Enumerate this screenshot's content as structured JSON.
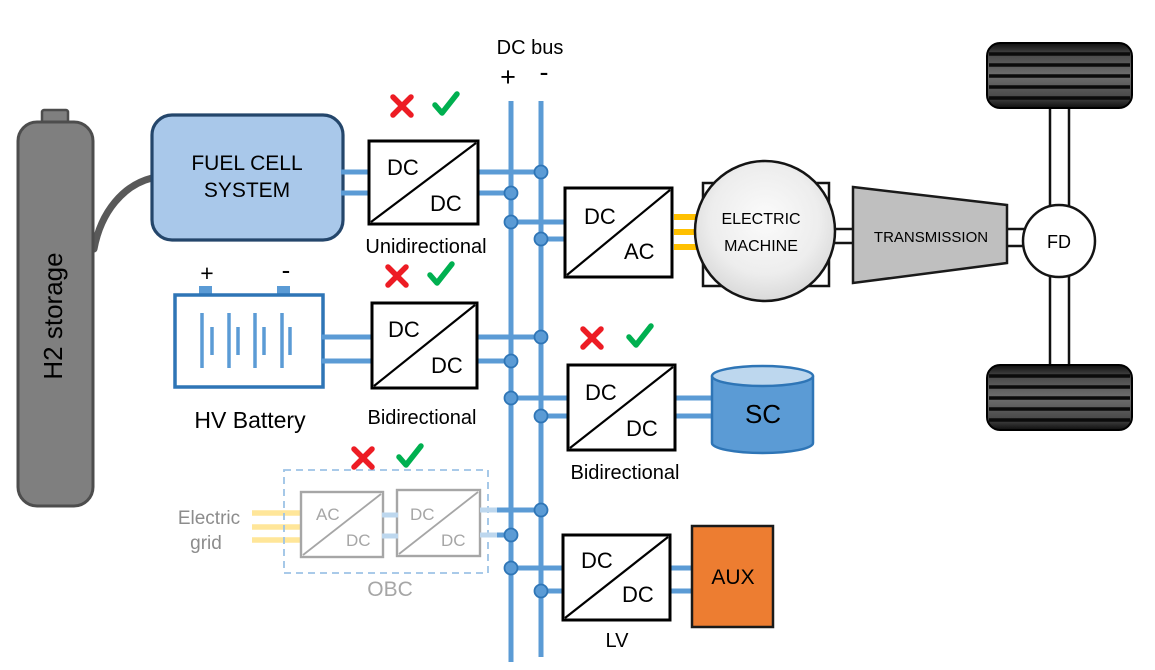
{
  "palette": {
    "bus_blue": "#5B9BD5",
    "fuel_cell_fill": "#A9C8EA",
    "fuel_cell_border": "#24466B",
    "battery_border": "#2E75B6",
    "pale_blue": "#BDD7EE",
    "obc_dash_blue": "#9DC3E6",
    "tank_gray": "#7F7F7F",
    "pipe_gray": "#595959",
    "obc_gray": "#A6A6A6",
    "grid_yellow": "#FFE699",
    "phase_yellow": "#FFC000",
    "aux_orange": "#ED7D31",
    "transmission_gray": "#BFBFBF",
    "check_green": "#00B050",
    "cross_red": "#ED1C24"
  },
  "h2_storage": {
    "label": "H2 storage"
  },
  "fuel_cell": {
    "line1": "FUEL CELL",
    "line2": "SYSTEM"
  },
  "hv_battery": {
    "label": "HV Battery",
    "plus": "+",
    "minus": "-"
  },
  "dc_bus": {
    "label": "DC bus",
    "plus": "+",
    "minus": "-"
  },
  "converters": {
    "fuel_cell": {
      "in": "DC",
      "out": "DC",
      "label": "Unidirectional"
    },
    "battery": {
      "in": "DC",
      "out": "DC",
      "label": "Bidirectional"
    },
    "traction": {
      "in": "DC",
      "out": "AC"
    },
    "supercap": {
      "in": "DC",
      "out": "DC",
      "label": "Bidirectional"
    },
    "lv": {
      "in": "DC",
      "out": "DC",
      "label": "LV"
    },
    "obc_ac_dc": {
      "in": "AC",
      "out": "DC"
    },
    "obc_dc_dc": {
      "in": "DC",
      "out": "DC"
    }
  },
  "obc": {
    "label": "OBC"
  },
  "electric_grid": {
    "line1": "Electric",
    "line2": "grid"
  },
  "electric_machine": {
    "line1": "ELECTRIC",
    "line2": "MACHINE"
  },
  "transmission": {
    "label": "TRANSMISSION"
  },
  "final_drive": {
    "label": "FD"
  },
  "supercapacitor": {
    "label": "SC"
  },
  "aux": {
    "label": "AUX"
  }
}
